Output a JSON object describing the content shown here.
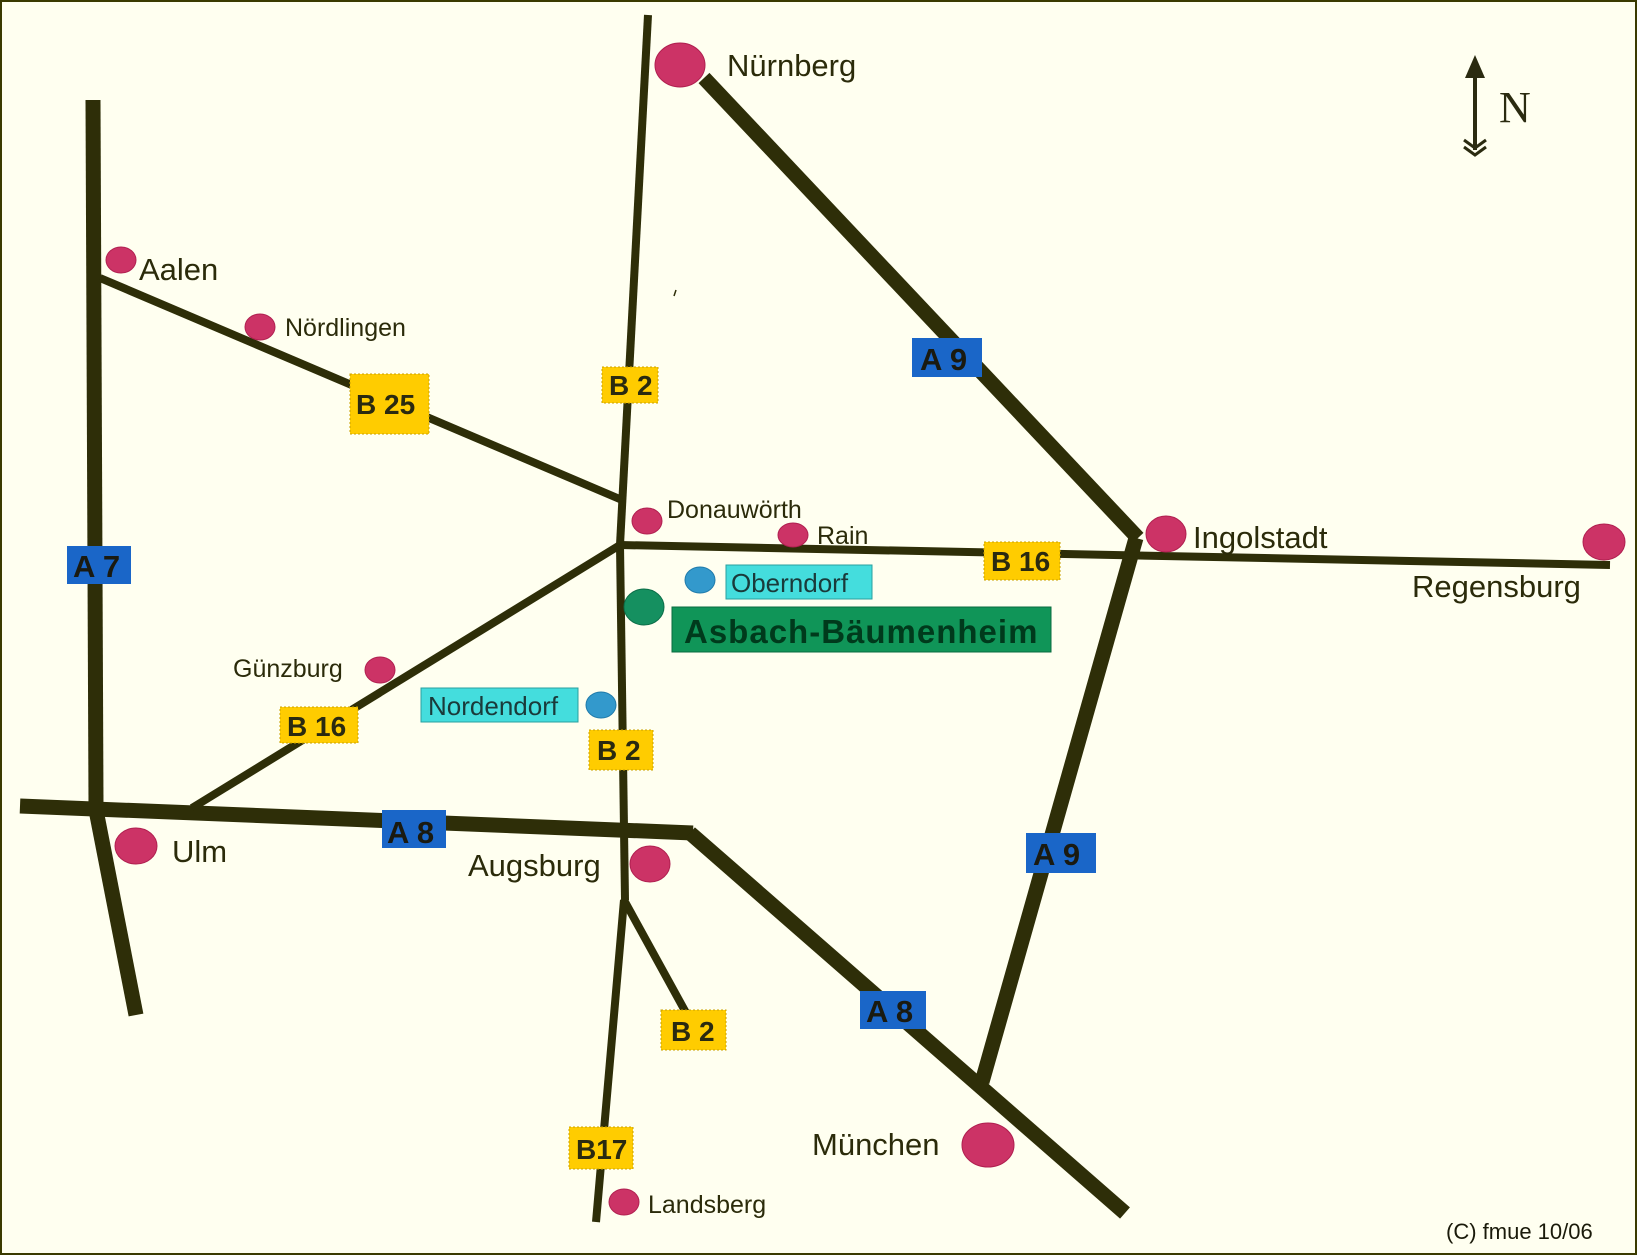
{
  "colors": {
    "background": "#fffff0",
    "frame": "#3a3a00",
    "road": "#2e2e08",
    "city": "#cc3366",
    "city_stroke": "#b02050",
    "autobahn_shield": "#1a66c8",
    "bundesstrasse_shield": "#ffcc00",
    "local_place": "#3399cc",
    "local_label": "#44dddd",
    "home_dot": "#159060",
    "home_label": "#109558"
  },
  "cities": {
    "nuernberg": "Nürnberg",
    "aalen": "Aalen",
    "noerdlingen": "Nördlingen",
    "donauwoerth": "Donauwörth",
    "rain": "Rain",
    "ingolstadt": "Ingolstadt",
    "regensburg": "Regensburg",
    "guenzburg": "Günzburg",
    "ulm": "Ulm",
    "augsburg": "Augsburg",
    "muenchen": "München",
    "landsberg": "Landsberg"
  },
  "local_places": {
    "oberndorf": "Oberndorf",
    "nordendorf": "Nordendorf",
    "home": "Asbach-Bäumenheim"
  },
  "road_shields": {
    "a7": "A 7",
    "a8_west": "A 8",
    "a8_east": "A 8",
    "a9_north": "A 9",
    "a9_south": "A 9",
    "b2_north": "B 2",
    "b2_middle": "B 2",
    "b2_south": "B 2",
    "b25": "B 25",
    "b16_east": "B 16",
    "b16_west": "B 16",
    "b17": "B17"
  },
  "compass": {
    "label": "N",
    "icon": "north-arrow-icon"
  },
  "copyright": "(C) fmue 10/06"
}
